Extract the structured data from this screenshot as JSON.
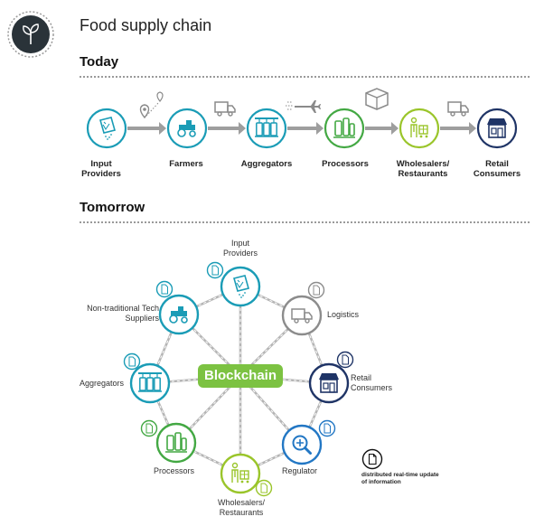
{
  "header": {
    "title": "Food supply chain"
  },
  "sections": {
    "today": "Today",
    "tomorrow": "Tomorrow"
  },
  "today": {
    "steps": [
      "Input Providers",
      "Farmers",
      "Aggregators",
      "Processors",
      "Wholesalers/ Restaurants",
      "Retail Consumers"
    ],
    "connectors": [
      "location-pins-icon",
      "truck-icon",
      "airplane-icon",
      "package-box-icon",
      "truck-icon"
    ]
  },
  "tomorrow": {
    "center": "Blockchain",
    "nodes": [
      "Input Providers",
      "Logistics",
      "Retail Consumers",
      "Regulator",
      "Wholesalers/ Restaurants",
      "Processors",
      "Aggregators",
      "Non-traditional Tech Suppliers"
    ],
    "legend": "distributed real-time update of information"
  },
  "colors": {
    "teal": "#1a9cb6",
    "green": "#43a843",
    "lime": "#9ac52a",
    "navy": "#1f3466",
    "gray": "#8c8c8c",
    "blue": "#2277c4",
    "blockchain": "#7cc242"
  }
}
